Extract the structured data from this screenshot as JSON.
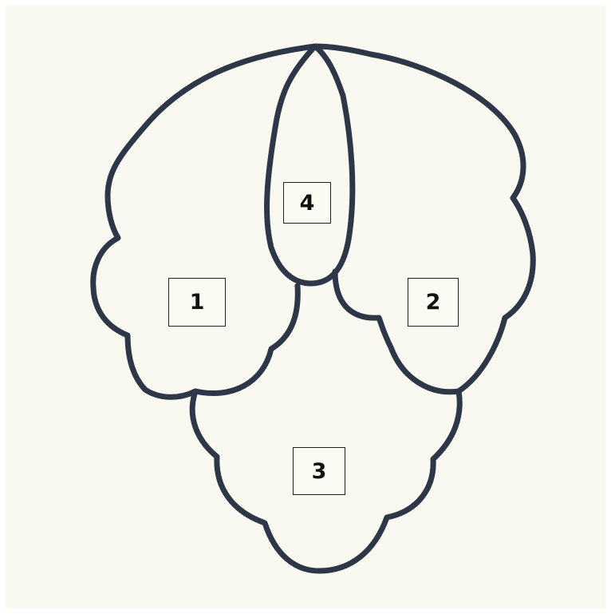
{
  "colors": {
    "background": "#f9f9f1",
    "outline": "#2d3748",
    "label_border": "#222222",
    "label_text": "#111111"
  },
  "regions": [
    {
      "id": "region-1",
      "label": "1"
    },
    {
      "id": "region-2",
      "label": "2"
    },
    {
      "id": "region-3",
      "label": "3"
    },
    {
      "id": "region-4",
      "label": "4"
    }
  ]
}
